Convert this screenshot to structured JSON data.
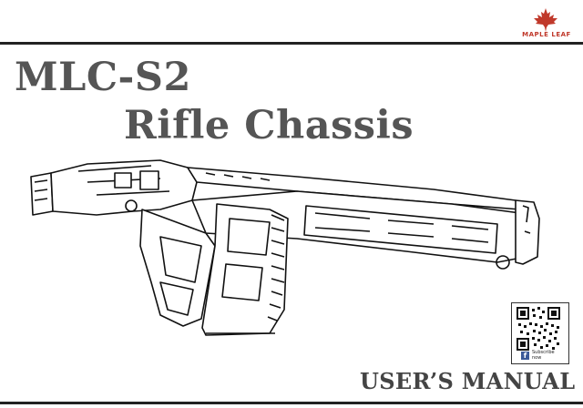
{
  "brand": {
    "logo_text": "MAPLE LEAF",
    "accent": "#c0392b"
  },
  "title": {
    "line1": "MLC-S2",
    "line2": "Rifle Chassis"
  },
  "qr": {
    "subscribe_label": "Subscribe\nnow",
    "social": "f"
  },
  "footer": {
    "manual_label": "USER’S MANUAL"
  },
  "colors": {
    "title": "#555555",
    "rule": "#222222"
  }
}
